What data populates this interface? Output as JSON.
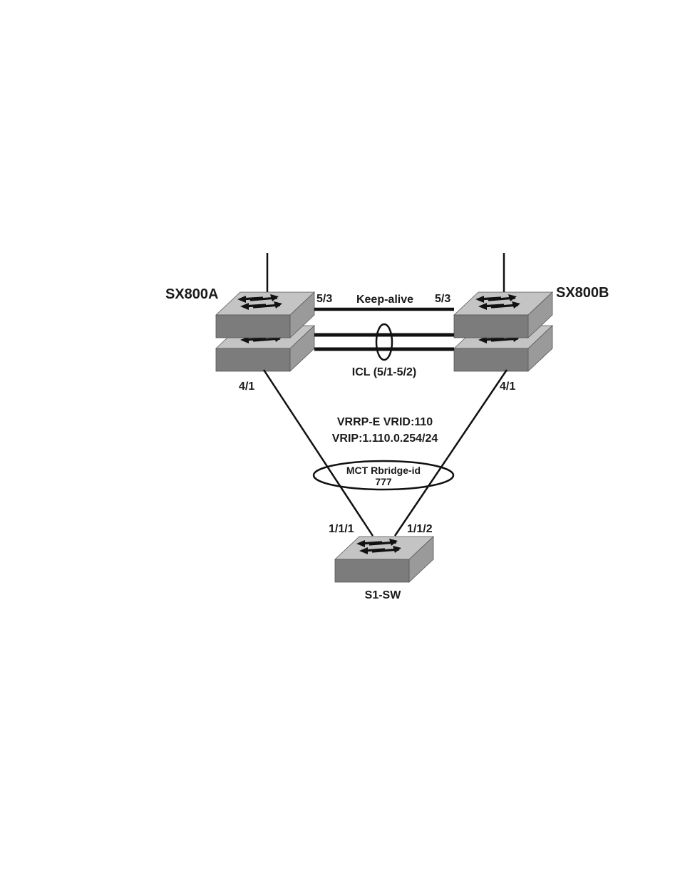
{
  "devices": {
    "sx800a": {
      "name": "SX800A"
    },
    "sx800b": {
      "name": "SX800B"
    },
    "s1sw": {
      "name": "S1-SW"
    }
  },
  "ports": {
    "a_keepalive": "5/3",
    "b_keepalive": "5/3",
    "a_uplink": "4/1",
    "b_uplink": "4/1",
    "s1_port1": "1/1/1",
    "s1_port2": "1/1/2"
  },
  "links": {
    "keepalive": "Keep-alive",
    "icl": "ICL (5/1-5/2)"
  },
  "vrrp": {
    "line1": "VRRP-E VRID:110",
    "line2": "VRIP:1.110.0.254/24"
  },
  "mct": {
    "line1": "MCT Rbridge-id",
    "line2": "777"
  },
  "colors": {
    "switch_top": "#c4c4c4",
    "switch_front": "#7c7c7c",
    "switch_side": "#9a9a9a",
    "line": "#111111"
  }
}
